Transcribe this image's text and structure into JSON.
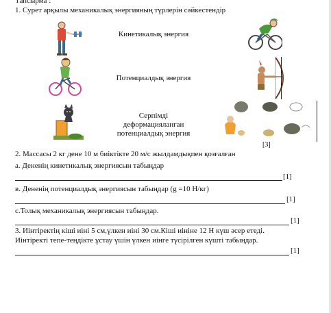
{
  "header": {
    "label": "Тапсырма :"
  },
  "task1": {
    "question": "1.  Сурет арқылы механикалық энергияның түрлерін сәйкестендір",
    "energy_types": [
      "Кинетикалық энергия",
      "Потенциалдық энергия",
      "Серпімді",
      "деформацияланған",
      "потенциалдық энергия"
    ],
    "score": "[3]"
  },
  "task2": {
    "intro": "2. Массасы 2 кг дене 10 м биіктікте 20 м/с жылдамдықпен қозғалған",
    "a": "а. Дененің  кинетикалық  энергиясын табыңдар",
    "a_score": "[1]",
    "b": "в. Дененің   потенциалдық  энергиясын табыңдар   (g =10 Н/кг)",
    "b_score": "[1]",
    "c": "с.Толық механикалық энергиясын табыңдар.",
    "c_score": "[1]"
  },
  "task3": {
    "line1": "3. Иінтіректің кіші иіні 5 см,үлкен иіні 30 см.Кіші иініне 12 Н күш әсер етеді.",
    "line2": "Иінтіректі тепе-теңдікте ұстау үшін үлкен иінге түсірілген күшті табыңдар.",
    "score": "[1]"
  },
  "icons": {
    "left": [
      "person-pulling-rope-icon",
      "person-riding-bicycle-icon",
      "cat-on-tree-stump-icon"
    ],
    "right": [
      "cyclist-icon",
      "archer-drawing-bow-icon",
      "falling-stones-icon"
    ]
  }
}
